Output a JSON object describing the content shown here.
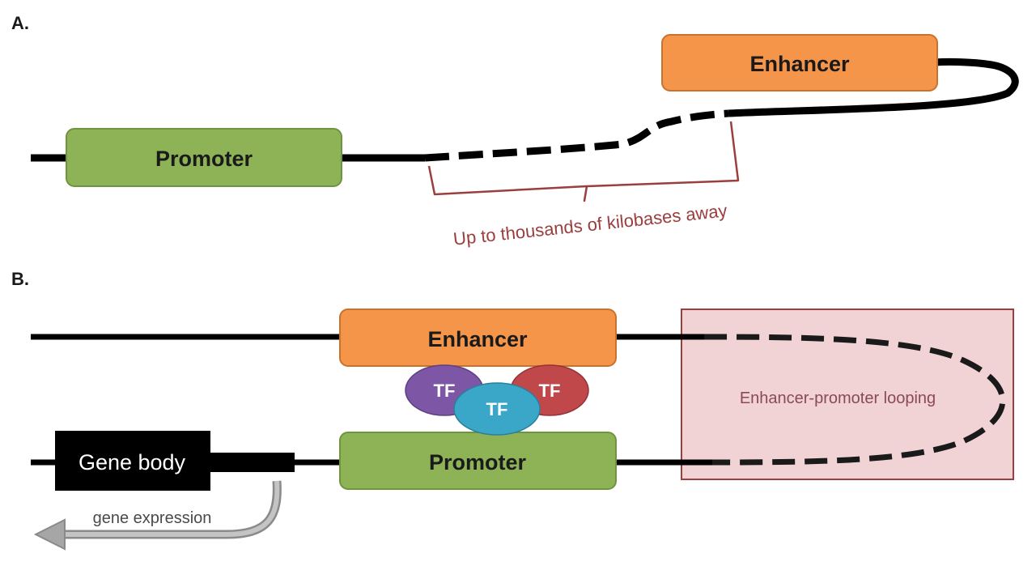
{
  "panel_a": {
    "label": "A.",
    "promoter_label": "Promoter",
    "enhancer_label": "Enhancer",
    "distance_label": "Up to thousands of kilobases away"
  },
  "panel_b": {
    "label": "B.",
    "enhancer_label": "Enhancer",
    "promoter_label": "Promoter",
    "tf_labels": [
      "TF",
      "TF",
      "TF"
    ],
    "gene_body_label": "Gene body",
    "expression_label": "gene expression",
    "looping_label": "Enhancer-promoter looping"
  },
  "colors": {
    "promoter_fill": "#8db356",
    "promoter_stroke": "#6f9440",
    "enhancer_fill": "#f5954a",
    "enhancer_stroke": "#c9722e",
    "tf_purple": "#7d56a6",
    "tf_red": "#c0474a",
    "tf_blue": "#3aa7c8",
    "brace": "#9b3e3e",
    "loop_box_fill": "#f1d3d6",
    "loop_box_stroke": "#9b3e3e",
    "loop_text": "#8a4a55",
    "gene_body": "#000000",
    "expression_arrow": "#9a9a9a",
    "dna": "#000000"
  }
}
